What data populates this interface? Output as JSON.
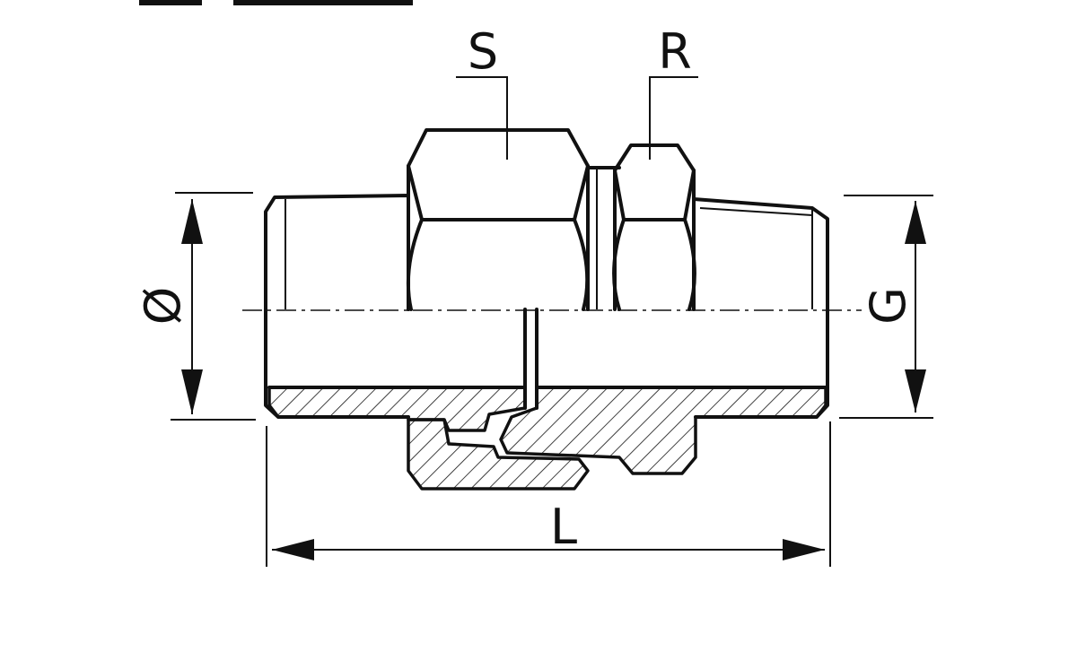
{
  "labels": {
    "s": "S",
    "r": "R",
    "diameter": "Ø",
    "g": "G",
    "l": "L"
  }
}
